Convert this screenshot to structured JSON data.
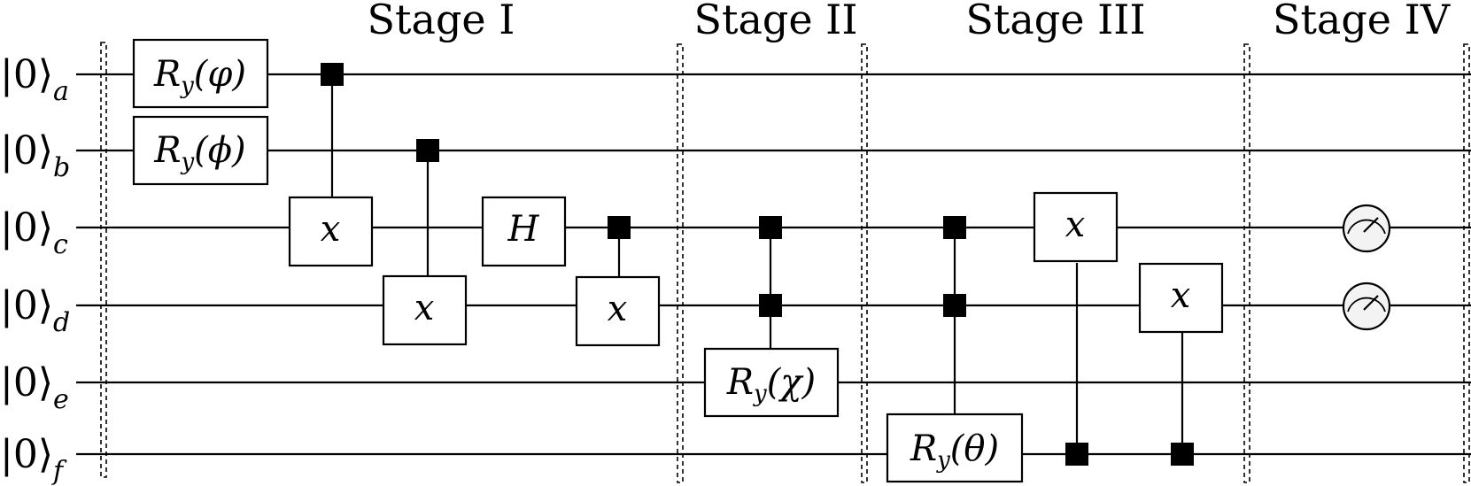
{
  "stages": [
    {
      "id": "stage-1",
      "label": "Stage I"
    },
    {
      "id": "stage-2",
      "label": "Stage II"
    },
    {
      "id": "stage-3",
      "label": "Stage III"
    },
    {
      "id": "stage-4",
      "label": "Stage IV"
    }
  ],
  "qubits": [
    {
      "id": "a",
      "ket": "|0⟩",
      "subscript": "a"
    },
    {
      "id": "b",
      "ket": "|0⟩",
      "subscript": "b"
    },
    {
      "id": "c",
      "ket": "|0⟩",
      "subscript": "c"
    },
    {
      "id": "d",
      "ket": "|0⟩",
      "subscript": "d"
    },
    {
      "id": "e",
      "ket": "|0⟩",
      "subscript": "e"
    },
    {
      "id": "f",
      "ket": "|0⟩",
      "subscript": "f"
    }
  ],
  "gates": {
    "ry_a": {
      "name": "R",
      "sub": "y",
      "arg": "(φ)"
    },
    "ry_b": {
      "name": "R",
      "sub": "y",
      "arg": "(ϕ)"
    },
    "x_c1": {
      "label": "x"
    },
    "x_d1": {
      "label": "x"
    },
    "h_c": {
      "label": "H"
    },
    "x_d2": {
      "label": "x"
    },
    "ry_e": {
      "name": "R",
      "sub": "y",
      "arg": "(χ)"
    },
    "ry_f": {
      "name": "R",
      "sub": "y",
      "arg": "(θ)"
    },
    "x_c3": {
      "label": "x"
    },
    "x_d3": {
      "label": "x"
    }
  },
  "measurements": [
    "c",
    "d"
  ]
}
